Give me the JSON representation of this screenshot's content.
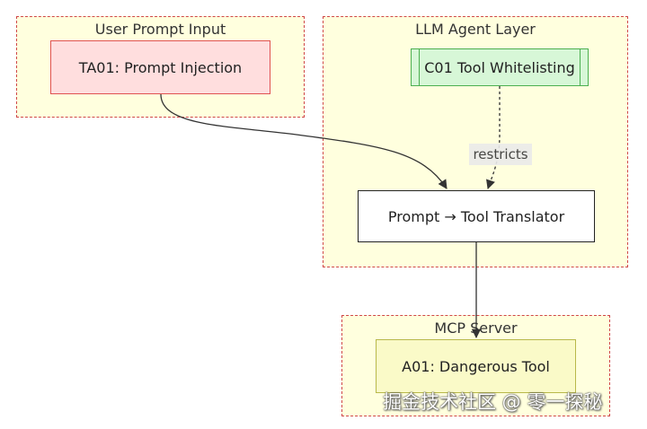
{
  "clusters": {
    "user_prompt_input": {
      "title": "User Prompt Input"
    },
    "llm_agent_layer": {
      "title": "LLM Agent Layer"
    },
    "mcp_server": {
      "title": "MCP Server"
    }
  },
  "nodes": {
    "ta01": {
      "label": "TA01: Prompt Injection"
    },
    "c01": {
      "label": "C01 Tool Whitelisting"
    },
    "translator": {
      "label": "Prompt → Tool Translator"
    },
    "a01": {
      "label": "A01: Dangerous Tool"
    }
  },
  "edges": {
    "c01_to_translator": {
      "label": "restricts"
    }
  },
  "watermark": {
    "text": "掘金技术社区 @ 零一探秘"
  },
  "colors": {
    "cluster_fill": "#ffffde",
    "cluster_border": "#d04848",
    "threat_fill": "#ffdede",
    "control_fill": "#d7f7d7",
    "asset_fill": "#fafac8"
  }
}
